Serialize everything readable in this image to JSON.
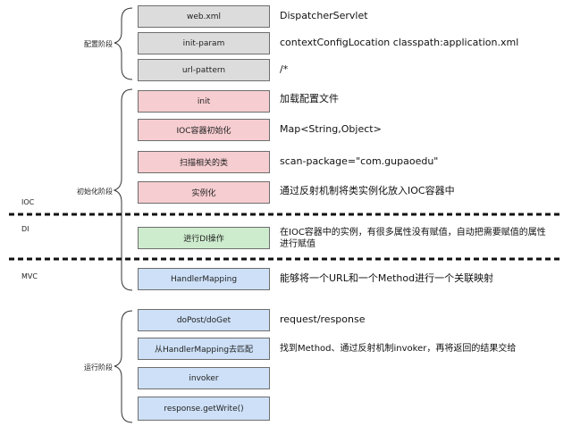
{
  "phases": {
    "config": "配置阶段",
    "init": "初始化阶段",
    "run": "运行阶段"
  },
  "sections": {
    "ioc": "IOC",
    "di": "DI",
    "mvc": "MVC"
  },
  "steps": [
    {
      "label": "web.xml",
      "desc": "DispatcherServlet"
    },
    {
      "label": "init-param",
      "desc": "contextConfigLocation  classpath:application.xml"
    },
    {
      "label": "url-pattern",
      "desc": "/*"
    },
    {
      "label": "init",
      "desc": "加载配置文件"
    },
    {
      "label": "IOC容器初始化",
      "desc": "Map<String,Object>"
    },
    {
      "label": "扫描相关的类",
      "desc": "scan-package=\"com.gupaoedu\""
    },
    {
      "label": "实例化",
      "desc": "通过反射机制将类实例化放入IOC容器中"
    },
    {
      "label": "进行DI操作",
      "desc": "在IOC容器中的实例，有很多属性没有赋值，自动把需要赋值的属性进行赋值"
    },
    {
      "label": "HandlerMapping",
      "desc": "能够将一个URL和一个Method进行一个关联映射"
    },
    {
      "label": "doPost/doGet",
      "desc": "request/response"
    },
    {
      "label": "从HandlerMapping去匹配",
      "desc": "找到Method、通过反射机制invoker，再将返回的结果交给"
    },
    {
      "label": "invoker",
      "desc": ""
    },
    {
      "label": "response.getWrite()",
      "desc": ""
    }
  ],
  "colors": {
    "config": "#dcdcdc",
    "init": "#f6cdd0",
    "di": "#cdeccd",
    "mvc": "#cde0f7"
  }
}
